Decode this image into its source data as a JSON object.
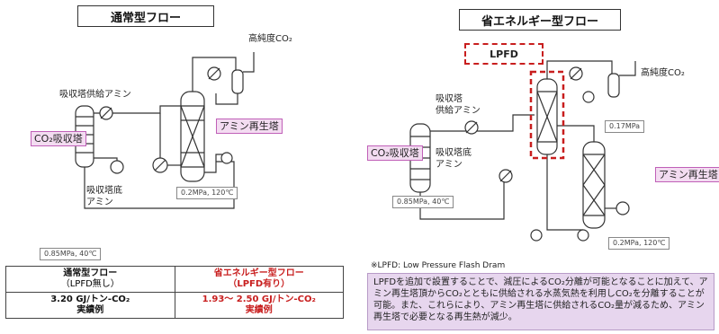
{
  "left": {
    "title": "通常型フロー",
    "co2_product": "高純度CO₂",
    "feed_amine": "吸収塔供給アミン",
    "absorber": "CO₂吸収塔",
    "bottom_amine": "吸収塔底\nアミン",
    "regen_tower": "アミン再生塔",
    "regen_cond": "0.2MPa, 120℃",
    "abs_cond": "0.85MPa, 40℃"
  },
  "right": {
    "title": "省エネルギー型フロー",
    "lpfd": "LPFD",
    "co2_product": "高純度CO₂",
    "feed_amine": "吸収塔\n供給アミン",
    "absorber": "CO₂吸収塔",
    "bottom_amine": "吸収塔底\nアミン",
    "flash_cond": "0.17MPa",
    "regen_tower": "アミン再生塔",
    "abs_cond": "0.85MPa, 40℃",
    "regen_cond": "0.2MPa, 120℃",
    "footnote": "※LPFD: Low Pressure Flash Dram"
  },
  "table": {
    "col1_head": "通常型フロー",
    "col1_sub": "（LPFD無し）",
    "col2_head": "省エネルギー型フロー",
    "col2_sub": "（LPFD有り）",
    "col1_value": "3.20 GJ/トン-CO₂",
    "col1_note": "実績例",
    "col2_value": "1.93～ 2.50 GJ/トン-CO₂",
    "col2_note": "実績例"
  },
  "description": "LPFDを追加で設置することで、減圧によるCO₂分離が可能となることに加えて、アミン再生塔頂からCO₂とともに供給される水蒸気熱を利用しCO₂を分離することが可能。また、これらにより、アミン再生塔に供給されるCO₂量が減るため、アミン再生塔で必要となる再生熱が減少。"
}
